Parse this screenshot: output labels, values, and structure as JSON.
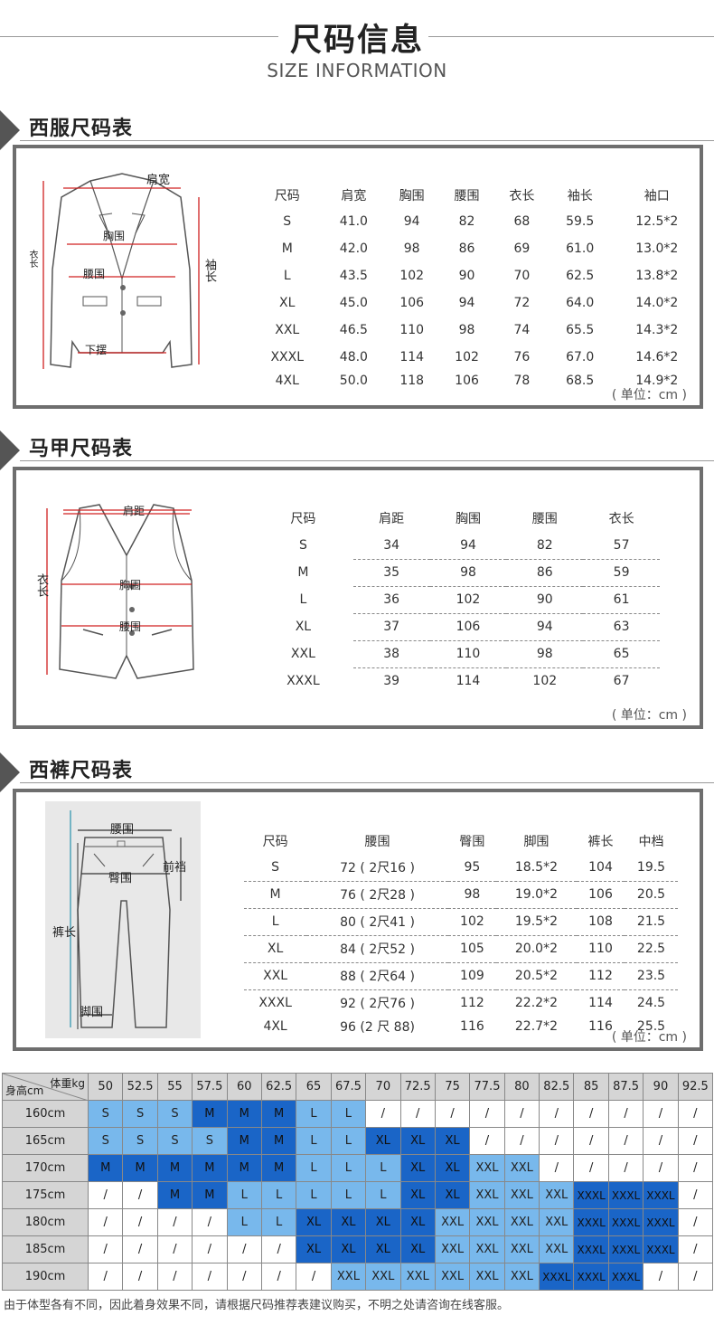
{
  "header": {
    "title": "尺码信息",
    "subtitle": "SIZE INFORMATION"
  },
  "suit": {
    "title": "西服尺码表",
    "labels": {
      "shoulder": "肩宽",
      "chest": "胸围",
      "waist": "腰围",
      "hem": "下摆",
      "length": "衣长",
      "sleeve": "袖长"
    },
    "headers": [
      "尺码",
      "肩宽",
      "胸围",
      "腰围",
      "衣长",
      "袖长",
      "袖口"
    ],
    "rows": [
      [
        "S",
        "41.0",
        "94",
        "82",
        "68",
        "59.5",
        "12.5*2"
      ],
      [
        "M",
        "42.0",
        "98",
        "86",
        "69",
        "61.0",
        "13.0*2"
      ],
      [
        "L",
        "43.5",
        "102",
        "90",
        "70",
        "62.5",
        "13.8*2"
      ],
      [
        "XL",
        "45.0",
        "106",
        "94",
        "72",
        "64.0",
        "14.0*2"
      ],
      [
        "XXL",
        "46.5",
        "110",
        "98",
        "74",
        "65.5",
        "14.3*2"
      ],
      [
        "XXXL",
        "48.0",
        "114",
        "102",
        "76",
        "67.0",
        "14.6*2"
      ],
      [
        "4XL",
        "50.0",
        "118",
        "106",
        "78",
        "68.5",
        "14.9*2"
      ]
    ],
    "unit": "( 单位：cm )"
  },
  "vest": {
    "title": "马甲尺码表",
    "labels": {
      "shoulder": "肩距",
      "chest": "胸围",
      "waist": "腰围",
      "length": "衣长"
    },
    "headers": [
      "尺码",
      "肩距",
      "胸围",
      "腰围",
      "衣长"
    ],
    "rows": [
      [
        "S",
        "34",
        "94",
        "82",
        "57"
      ],
      [
        "M",
        "35",
        "98",
        "86",
        "59"
      ],
      [
        "L",
        "36",
        "102",
        "90",
        "61"
      ],
      [
        "XL",
        "37",
        "106",
        "94",
        "63"
      ],
      [
        "XXL",
        "38",
        "110",
        "98",
        "65"
      ],
      [
        "XXXL",
        "39",
        "114",
        "102",
        "67"
      ]
    ],
    "unit": "( 单位：cm )"
  },
  "pants": {
    "title": "西裤尺码表",
    "labels": {
      "waist": "腰围",
      "hip": "臀围",
      "rise": "前裆",
      "length": "裤长",
      "hem": "脚围"
    },
    "headers": [
      "尺码",
      "腰围",
      "臀围",
      "脚围",
      "裤长",
      "中档"
    ],
    "rows": [
      [
        "S",
        "72 ( 2尺16 )",
        "95",
        "18.5*2",
        "104",
        "19.5"
      ],
      [
        "M",
        "76 ( 2尺28 )",
        "98",
        "19.0*2",
        "106",
        "20.5"
      ],
      [
        "L",
        "80 ( 2尺41 )",
        "102",
        "19.5*2",
        "108",
        "21.5"
      ],
      [
        "XL",
        "84 ( 2尺52 )",
        "105",
        "20.0*2",
        "110",
        "22.5"
      ],
      [
        "XXL",
        "88 ( 2尺64 )",
        "109",
        "20.5*2",
        "112",
        "23.5"
      ],
      [
        "XXXL",
        "92 ( 2尺76 )",
        "112",
        "22.2*2",
        "114",
        "24.5"
      ],
      [
        "4XL",
        "96 (2 尺 88)",
        "116",
        "22.7*2",
        "116",
        "25.5"
      ]
    ],
    "unit": "( 单位：cm )"
  },
  "recommend": {
    "weight_label": "体重kg",
    "height_label": "身高cm",
    "weights": [
      "50",
      "52.5",
      "55",
      "57.5",
      "60",
      "62.5",
      "65",
      "67.5",
      "70",
      "72.5",
      "75",
      "77.5",
      "80",
      "82.5",
      "85",
      "87.5",
      "90",
      "92.5"
    ],
    "colors": {
      "none": "#ffffff",
      "light": "#78b8ec",
      "dark": "#1a65c7"
    },
    "rows": [
      {
        "height": "160cm",
        "cells": [
          "S",
          "S",
          "S",
          "M",
          "M",
          "M",
          "L",
          "L",
          "/",
          "/",
          "/",
          "/",
          "/",
          "/",
          "/",
          "/",
          "/",
          "/"
        ],
        "shade": [
          1,
          1,
          1,
          2,
          2,
          2,
          1,
          1,
          0,
          0,
          0,
          0,
          0,
          0,
          0,
          0,
          0,
          0
        ]
      },
      {
        "height": "165cm",
        "cells": [
          "S",
          "S",
          "S",
          "S",
          "M",
          "M",
          "L",
          "L",
          "XL",
          "XL",
          "XL",
          "/",
          "/",
          "/",
          "/",
          "/",
          "/",
          "/"
        ],
        "shade": [
          1,
          1,
          1,
          1,
          2,
          2,
          1,
          1,
          2,
          2,
          2,
          0,
          0,
          0,
          0,
          0,
          0,
          0
        ]
      },
      {
        "height": "170cm",
        "cells": [
          "M",
          "M",
          "M",
          "M",
          "M",
          "M",
          "L",
          "L",
          "L",
          "XL",
          "XL",
          "XXL",
          "XXL",
          "/",
          "/",
          "/",
          "/",
          "/"
        ],
        "shade": [
          2,
          2,
          2,
          2,
          2,
          2,
          1,
          1,
          1,
          2,
          2,
          1,
          1,
          0,
          0,
          0,
          0,
          0
        ]
      },
      {
        "height": "175cm",
        "cells": [
          "/",
          "/",
          "M",
          "M",
          "L",
          "L",
          "L",
          "L",
          "L",
          "XL",
          "XL",
          "XXL",
          "XXL",
          "XXL",
          "XXXL",
          "XXXL",
          "XXXL",
          "/"
        ],
        "shade": [
          0,
          0,
          2,
          2,
          1,
          1,
          1,
          1,
          1,
          2,
          2,
          1,
          1,
          1,
          2,
          2,
          2,
          0
        ]
      },
      {
        "height": "180cm",
        "cells": [
          "/",
          "/",
          "/",
          "/",
          "L",
          "L",
          "XL",
          "XL",
          "XL",
          "XL",
          "XXL",
          "XXL",
          "XXL",
          "XXL",
          "XXXL",
          "XXXL",
          "XXXL",
          "/"
        ],
        "shade": [
          0,
          0,
          0,
          0,
          1,
          1,
          2,
          2,
          2,
          2,
          1,
          1,
          1,
          1,
          2,
          2,
          2,
          0
        ]
      },
      {
        "height": "185cm",
        "cells": [
          "/",
          "/",
          "/",
          "/",
          "/",
          "/",
          "XL",
          "XL",
          "XL",
          "XL",
          "XXL",
          "XXL",
          "XXL",
          "XXL",
          "XXXL",
          "XXXL",
          "XXXL",
          "/"
        ],
        "shade": [
          0,
          0,
          0,
          0,
          0,
          0,
          2,
          2,
          2,
          2,
          1,
          1,
          1,
          1,
          2,
          2,
          2,
          0
        ]
      },
      {
        "height": "190cm",
        "cells": [
          "/",
          "/",
          "/",
          "/",
          "/",
          "/",
          "/",
          "XXL",
          "XXL",
          "XXL",
          "XXL",
          "XXL",
          "XXL",
          "XXXL",
          "XXXL",
          "XXXL",
          "/",
          "/"
        ],
        "shade": [
          0,
          0,
          0,
          0,
          0,
          0,
          0,
          1,
          1,
          1,
          1,
          1,
          1,
          2,
          2,
          2,
          0,
          0
        ]
      }
    ]
  },
  "footnote": "由于体型各有不同，因此着身效果不同，请根据尺码推荐表建议购买，不明之处请咨询在线客服。"
}
